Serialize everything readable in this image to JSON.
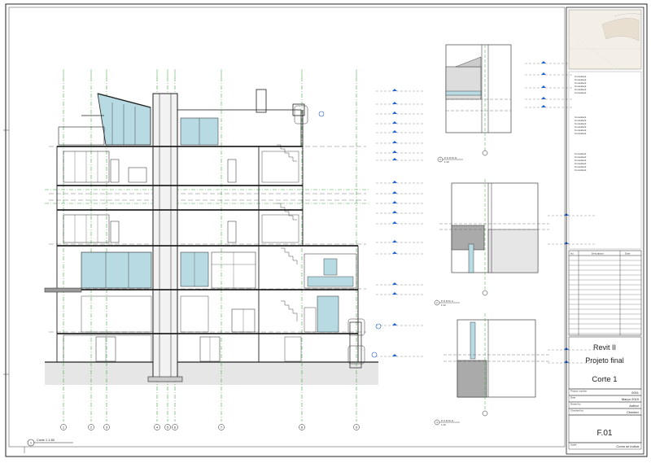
{
  "title_block": {
    "project_course": "Revit II",
    "project_name": "Projeto final",
    "sheet_name": "Corte 1",
    "sheet_number": "F.01",
    "revision_table_headers": [
      "No.",
      "Description",
      "Date"
    ],
    "fields": [
      {
        "label": "Project number",
        "value": "0001"
      },
      {
        "label": "Date",
        "value": "Março 2019"
      },
      {
        "label": "Drawn by",
        "value": "Author"
      },
      {
        "label": "Checked by",
        "value": "Checker"
      },
      {
        "label": "Scale",
        "value": "Como se indica"
      }
    ],
    "consultants_label": "Consultant"
  },
  "main_view": {
    "title": "Corte 1 1:50",
    "number": "1",
    "grid_labels": [
      "1",
      "2",
      "3",
      "4",
      "5",
      "6",
      "7",
      "8",
      "9"
    ]
  },
  "details": [
    {
      "number": "6",
      "title": "P O R M. E",
      "scale": "1:10"
    },
    {
      "number": "2",
      "title": "P O R M. C",
      "scale": "1:10"
    },
    {
      "number": "3",
      "title": "P O R M. D",
      "scale": "1:10"
    }
  ],
  "colors": {
    "glass": "#b8dbe3",
    "ground": "#e6e6e6",
    "grid": "#3aa83a",
    "tag": "#2060d0",
    "line": "#222222"
  }
}
